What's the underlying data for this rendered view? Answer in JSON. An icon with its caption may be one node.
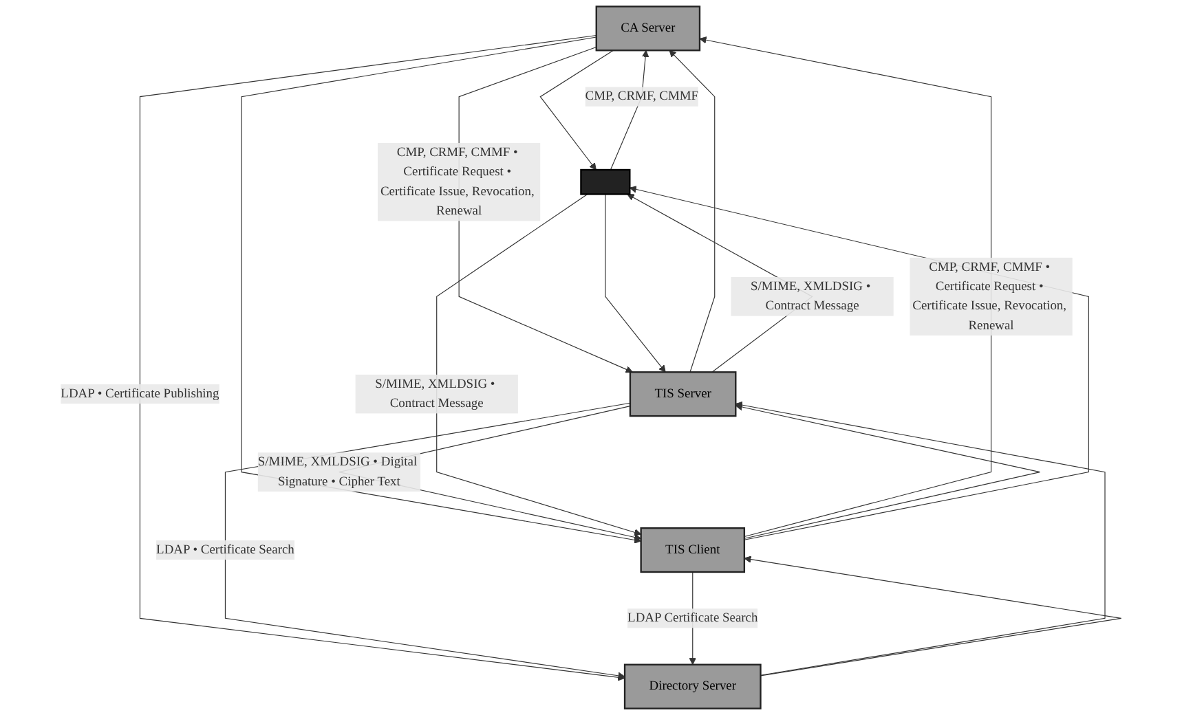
{
  "diagram": {
    "nodes": [
      {
        "text": [
          "CA Server"
        ]
      },
      {
        "text": [
          "TIS Server"
        ]
      },
      {
        "text": [
          "TIS Client"
        ]
      },
      {
        "text": [],
        "shape": "box"
      },
      {
        "text": [
          "Directory Server"
        ]
      }
    ],
    "edges": [
      {
        "from": 3,
        "to": 0,
        "arrow": "to",
        "label": "CMP, CRMF, CMMF"
      },
      {
        "from": 0,
        "to": 3,
        "arrow": "to"
      },
      {
        "from": 0,
        "to": 1,
        "arrow": "to",
        "label": "CMP, CRMF, CMMF • Certificate Request • Certificate Issue, Revocation, Renewal"
      },
      {
        "from": 1,
        "to": 0,
        "arrow": "to"
      },
      {
        "from": 0,
        "to": 2,
        "arrow": "to"
      },
      {
        "from": 2,
        "to": 0,
        "arrow": "to",
        "label": "CMP, CRMF, CMMF • Certificate Request • Certificate Issue, Revocation, Renewal"
      },
      {
        "from": 0,
        "to": 4,
        "arrow": "to",
        "label": "LDAP • Certificate Publishing"
      },
      {
        "from": 3,
        "to": 1,
        "arrow": "to"
      },
      {
        "from": 1,
        "to": 3,
        "arrow": "to",
        "label": "S/MIME, XMLDSIG • Contract Message"
      },
      {
        "from": 1,
        "to": 2,
        "arrow": "to",
        "label": "S/MIME, XMLDSIG • Digital Signature • Cipher Text"
      },
      {
        "from": 2,
        "to": 1,
        "arrow": "to"
      },
      {
        "from": 1,
        "to": 4,
        "arrow": "to",
        "label": "LDAP • Certificate Search"
      },
      {
        "from": 4,
        "to": 1,
        "arrow": "to"
      },
      {
        "from": 2,
        "to": 4,
        "arrow": "to",
        "label": "LDAP Certificate Search"
      },
      {
        "from": 4,
        "to": 2,
        "arrow": "to"
      },
      {
        "from": 2,
        "to": 3,
        "arrow": "to"
      },
      {
        "from": 3,
        "to": 2,
        "arrow": "to",
        "label": "S/MIME, XMLDSIG • Contract Message"
      }
    ]
  }
}
